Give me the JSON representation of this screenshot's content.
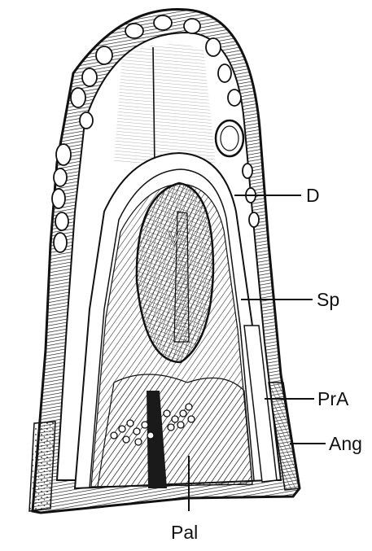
{
  "figure": {
    "labels": {
      "d": "D",
      "sp": "Sp",
      "pra": "PrA",
      "ang": "Ang",
      "pal": "Pal",
      "v": "V"
    }
  }
}
